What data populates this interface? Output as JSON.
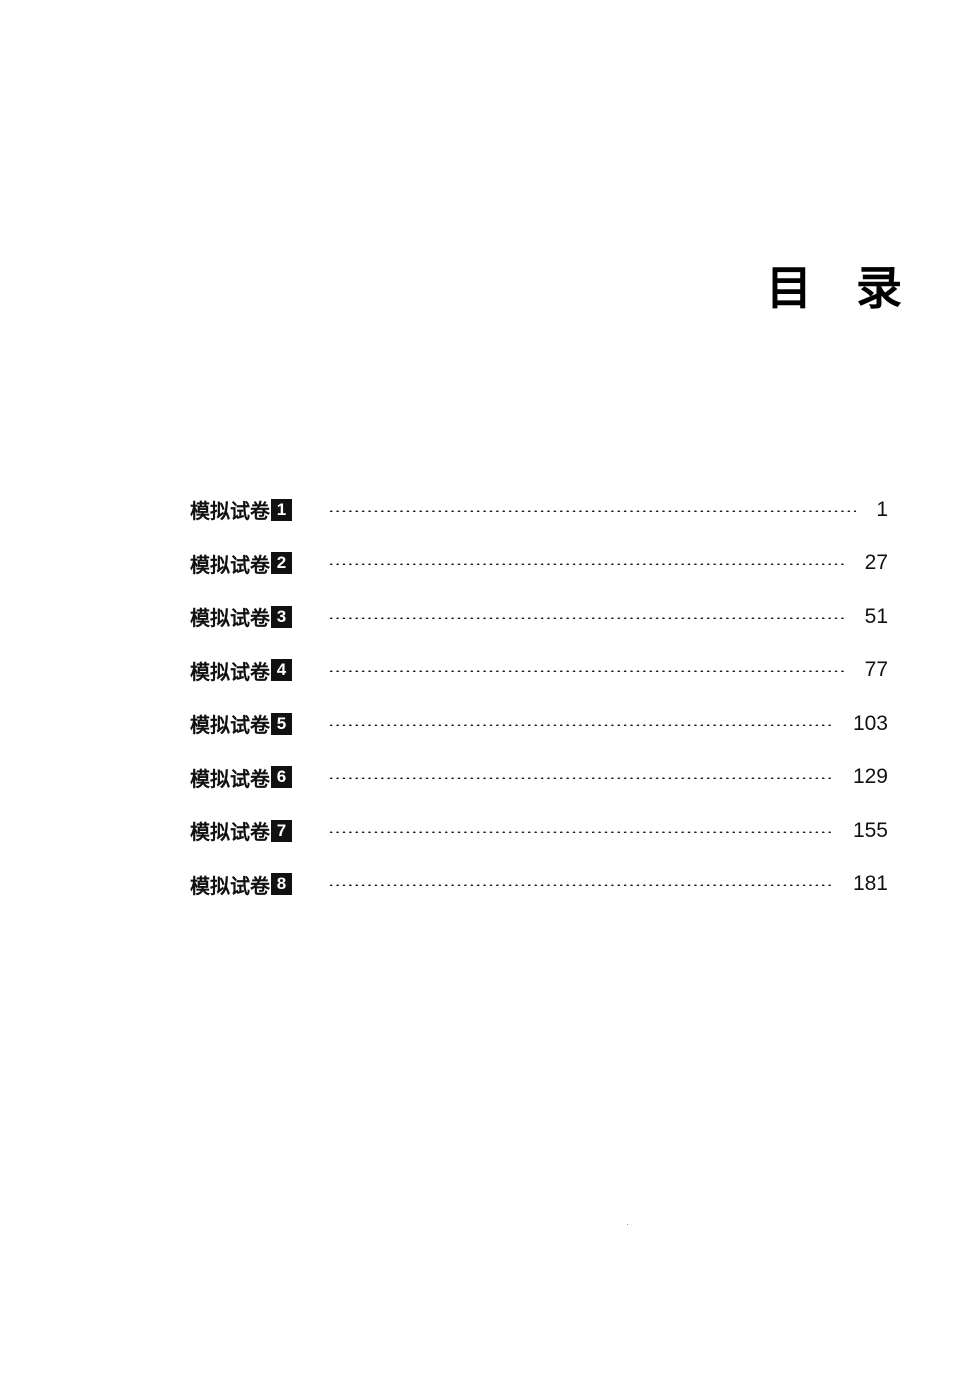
{
  "document": {
    "title": "目 录",
    "toc": [
      {
        "label": "模拟试卷",
        "number": "1",
        "page": "1"
      },
      {
        "label": "模拟试卷",
        "number": "2",
        "page": "27"
      },
      {
        "label": "模拟试卷",
        "number": "3",
        "page": "51"
      },
      {
        "label": "模拟试卷",
        "number": "4",
        "page": "77"
      },
      {
        "label": "模拟试卷",
        "number": "5",
        "page": "103"
      },
      {
        "label": "模拟试卷",
        "number": "6",
        "page": "129"
      },
      {
        "label": "模拟试卷",
        "number": "7",
        "page": "155"
      },
      {
        "label": "模拟试卷",
        "number": "8",
        "page": "181"
      }
    ]
  }
}
